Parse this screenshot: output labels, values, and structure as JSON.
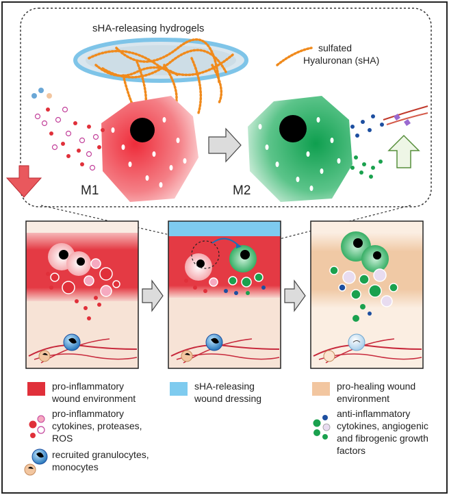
{
  "top_panel": {
    "hydrogel_label": "sHA-releasing hydrogels",
    "sha_legend_line1": "sulfated",
    "sha_legend_line2": "Hyaluronan (sHA)",
    "m1_label": "M1",
    "m2_label": "M2"
  },
  "legend": [
    {
      "line1": "pro-inflammatory",
      "line2": "wound environment",
      "line3": "",
      "color": "#e0303a"
    },
    {
      "line1": "sHA-releasing",
      "line2": "wound dressing",
      "line3": "",
      "color": "#7ecbef"
    },
    {
      "line1": "pro-healing wound",
      "line2": "environment",
      "line3": "",
      "color": "#f2c6a0"
    },
    {
      "line1": "pro-inflammatory",
      "line2": "cytokines, proteases,",
      "line3": "ROS"
    },
    {
      "line1": "anti-inflammatory",
      "line2": "cytokines, angiogenic",
      "line3": "and fibrogenic growth",
      "line4": "factors"
    },
    {
      "line1": "recruited granulocytes,",
      "line2": "monocytes",
      "line3": ""
    }
  ],
  "colors": {
    "inflammatory_red": "#e0303a",
    "dressing_blue": "#7ecbef",
    "healing_beige": "#f2c6a0",
    "m2_green": "#1aa14e",
    "fiber_orange": "#f08a1c"
  }
}
